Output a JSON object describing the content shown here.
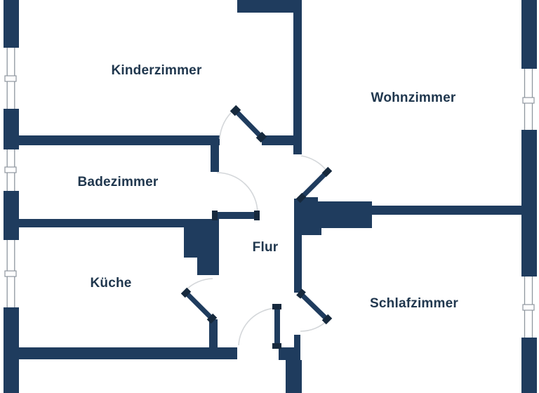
{
  "floor_plan": {
    "rooms": [
      {
        "name": "Kinderzimmer"
      },
      {
        "name": "Wohnzimmer"
      },
      {
        "name": "Badezimmer"
      },
      {
        "name": "Flur"
      },
      {
        "name": "Küche"
      },
      {
        "name": "Schlafzimmer"
      }
    ]
  },
  "colors": {
    "wall": "#1f3c5e",
    "door_cap": "#16293d",
    "label_text": "#20374e",
    "door_arc": "#d4d7da",
    "window_line": "#8f979f",
    "background": "#ffffff"
  }
}
